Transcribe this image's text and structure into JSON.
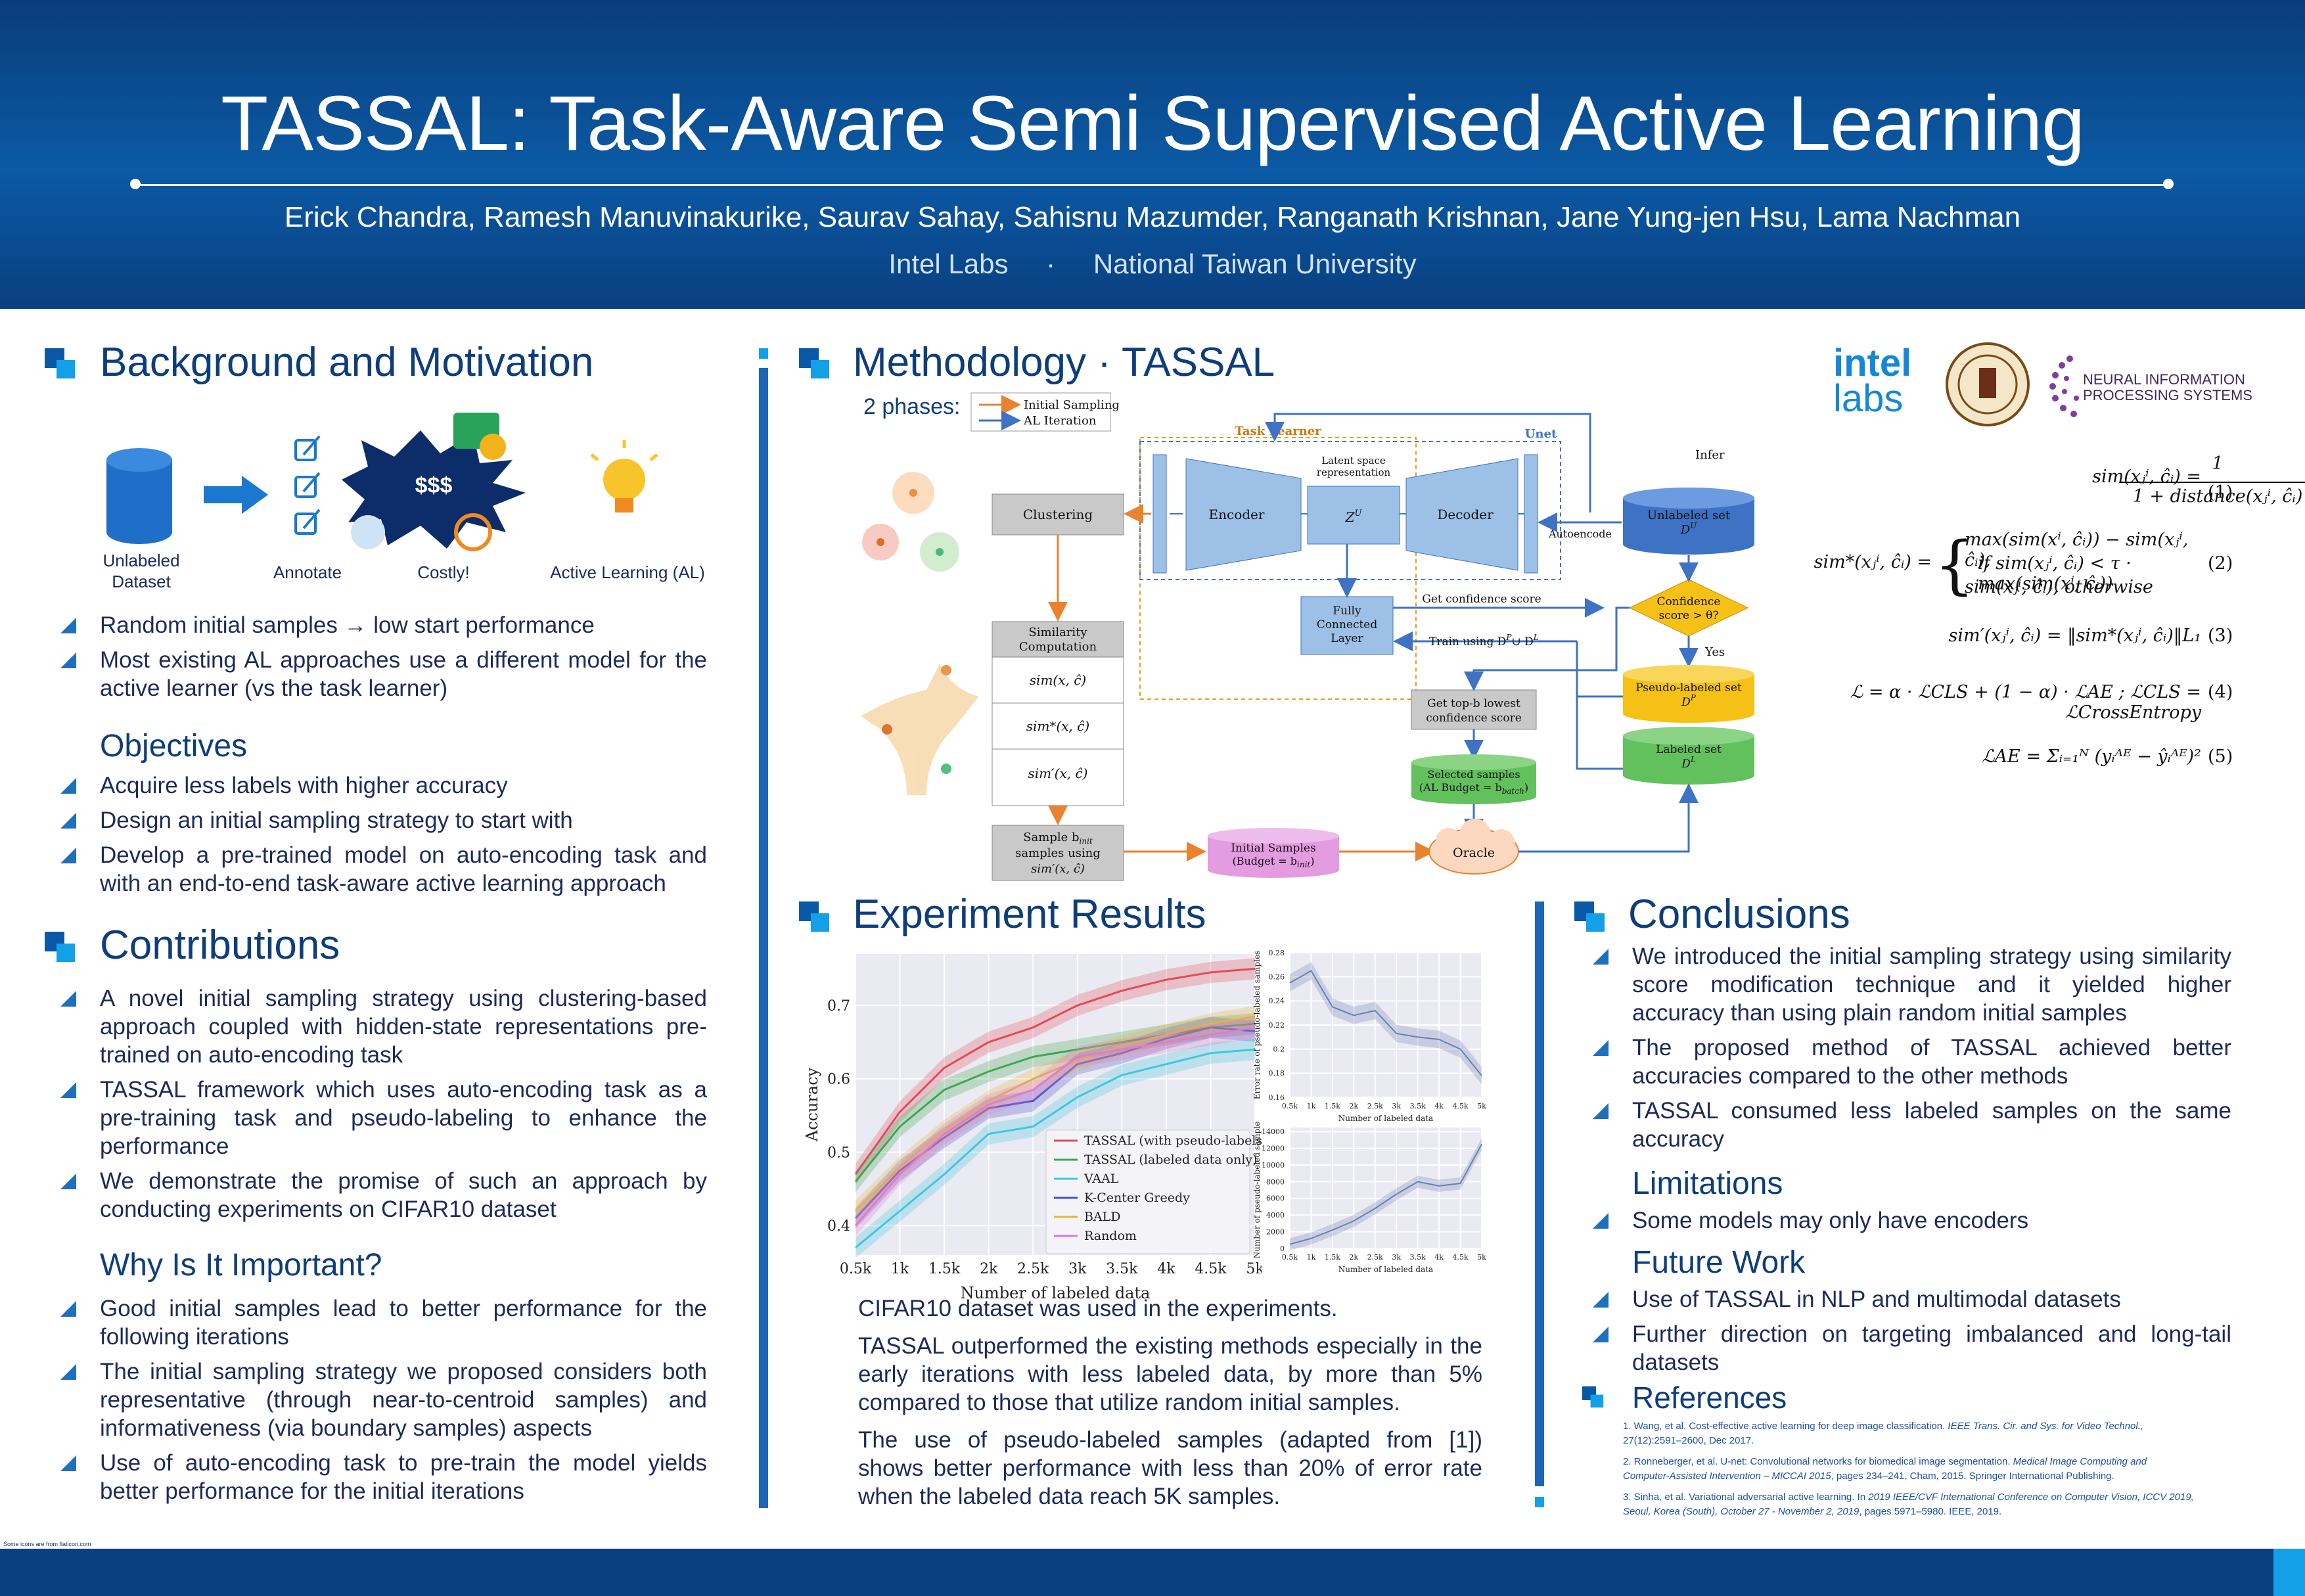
{
  "header": {
    "title": "TASSAL: Task-Aware Semi Supervised Active Learning",
    "authors": "Erick Chandra, Ramesh Manuvinakurike, Saurav Sahay, Sahisnu Mazumder, Ranganath Krishnan, Jane Yung-jen Hsu, Lama Nachman",
    "affiliation_1": "Intel Labs",
    "affiliation_sep": "·",
    "affiliation_2": "National Taiwan University"
  },
  "logos": {
    "intel_line1": "intel",
    "intel_line2": "labs",
    "neurips_line1": "NEURAL INFORMATION",
    "neurips_line2": "PROCESSING SYSTEMS"
  },
  "background": {
    "title": "Background and Motivation",
    "icons": {
      "dataset_label_1": "Unlabeled",
      "dataset_label_2": "Dataset",
      "annotate_label": "Annotate",
      "costly_label": "Costly!",
      "costly_text": "$$$",
      "al_label": "Active Learning (AL)"
    },
    "bullets": [
      "Random initial samples → low start performance",
      "Most existing AL approaches use a different model for the active learner (vs the task learner)"
    ]
  },
  "objectives": {
    "title": "Objectives",
    "bullets": [
      "Acquire less labels with higher accuracy",
      "Design an initial sampling strategy to start with",
      "Develop a pre-trained model on auto-encoding task and with an end-to-end task-aware active learning approach"
    ]
  },
  "contributions": {
    "title": "Contributions",
    "bullets": [
      "A novel initial sampling strategy using clustering-based approach coupled with hidden-state representations pre-trained on auto-encoding task",
      "TASSAL framework which uses auto-encoding task as a pre-training task and pseudo-labeling to enhance the performance",
      "We demonstrate the promise of such an approach by conducting experiments on CIFAR10 dataset"
    ]
  },
  "why": {
    "title": "Why Is It Important?",
    "bullets": [
      "Good initial samples lead to better performance for the following iterations",
      "The initial sampling strategy we proposed considers both representative (through near-to-centroid samples) and informativeness (via boundary samples) aspects",
      "Use of auto-encoding task to pre-train the model yields better performance for the initial iterations"
    ]
  },
  "methodology": {
    "title": "Methodology · TASSAL",
    "phases_label": "2 phases:",
    "legend_initial": "Initial Sampling",
    "legend_al": "AL Iteration",
    "task_learner": "Task Learner",
    "unet": "Unet",
    "infer": "Infer",
    "latent": "Latent space representation",
    "encoder": "Encoder",
    "decoder": "Decoder",
    "zu": "Z",
    "zu_sup": "U",
    "autoencode": "Autoencode",
    "unlabeled_set": "Unlabeled set",
    "unlabeled_sym": "D",
    "unlabeled_sup": "U",
    "clustering": "Clustering",
    "fc1": "Fully",
    "fc2": "Connected",
    "fc3": "Layer",
    "get_conf": "Get confidence score",
    "confidence1": "Confidence",
    "confidence2": "score > θ?",
    "yes": "Yes",
    "train_on": "Train using D",
    "train_p": "P",
    "train_cup": "∪ D",
    "train_l": "L",
    "similarity1": "Similarity",
    "similarity2": "Computation",
    "sim_a": "sim(x",
    "pseudo_set": "Pseudo-labeled set",
    "pseudo_sym": "D",
    "pseudo_sup": "P",
    "top_b1": "Get top-b lowest",
    "top_b2": "confidence score",
    "labeled_set": "Labeled set",
    "labeled_sym": "D",
    "labeled_sup": "L",
    "selected1": "Selected samples",
    "selected2": "(AL Budget = b",
    "selected2_sub": "batch",
    "sample1": "Sample b",
    "sample1_sub": "init",
    "sample2": "samples using",
    "initial1": "Initial Samples",
    "initial2": "(Budget = b",
    "initial2_sub": "init",
    "oracle": "Oracle",
    "colors": {
      "orange": "#e9822e",
      "blue": "#3e72c4",
      "encoder": "#9dc0e6",
      "gray": "#c9c9c9",
      "yellow": "#f6c116",
      "green": "#62c05d",
      "pink": "#e39ce0"
    }
  },
  "equations": {
    "eq1_num": "(1)",
    "eq2_num": "(2)",
    "eq3_num": "(3)",
    "eq4_num": "(4)",
    "eq5_num": "(5)",
    "eq1_lhs": "sim(xⱼⁱ, ĉᵢ) =",
    "eq1_numr": "1",
    "eq1_den": "1 + distance(xⱼⁱ, ĉᵢ)",
    "eq2_lhs": "sim*(xⱼⁱ, ĉᵢ) =",
    "eq2_c1": "max(sim(xⁱ, ĉᵢ)) − sim(xⱼⁱ, ĉᵢ),",
    "eq2_c2": "if sim(xⱼⁱ, ĉᵢ) < τ · max(sim(xⁱ, ĉᵢ))",
    "eq2_c3": "sim(xⱼⁱ, ĉᵢ),  otherwise",
    "eq3": "sim′(xⱼⁱ, ĉᵢ) = ‖sim*(xⱼⁱ, ĉᵢ)‖L₁",
    "eq4": "ℒ = α · ℒCLS + (1 − α) · ℒAE ; ℒCLS = ℒCrossEntropy",
    "eq5": "ℒAE = Σᵢ₌₁ᴺ (yᵢᴬᴱ − ŷᵢᴬᴱ)²"
  },
  "experiments": {
    "title": "Experiment Results",
    "paragraphs": [
      "CIFAR10 dataset was used in the experiments.",
      "TASSAL outperformed the existing methods especially in the early iterations with less labeled data, by more than 5% compared to those that utilize random initial samples.",
      "The use of pseudo-labeled samples (adapted from [1]) shows better performance with less than 20% of error rate when the labeled data reach 5K samples."
    ]
  },
  "chart_data": [
    {
      "type": "line",
      "xlabel": "Number of labeled data",
      "ylabel": "Accuracy",
      "x": [
        0.5,
        1,
        1.5,
        2,
        2.5,
        3,
        3.5,
        4,
        4.5,
        5
      ],
      "xticklabels": [
        "0.5k",
        "1k",
        "1.5k",
        "2k",
        "2.5k",
        "3k",
        "3.5k",
        "4k",
        "4.5k",
        "5k"
      ],
      "yticks": [
        0.4,
        0.5,
        0.6,
        0.7
      ],
      "ylim": [
        0.36,
        0.77
      ],
      "grid": true,
      "legend_position": "lower-right",
      "series": [
        {
          "name": "TASSAL (with pseudo-labels)",
          "color": "#e24a5a",
          "values": [
            0.47,
            0.555,
            0.615,
            0.65,
            0.67,
            0.7,
            0.72,
            0.735,
            0.745,
            0.75
          ]
        },
        {
          "name": "TASSAL (labeled data only)",
          "color": "#3fa650",
          "values": [
            0.46,
            0.535,
            0.585,
            0.61,
            0.63,
            0.64,
            0.65,
            0.66,
            0.67,
            0.675
          ]
        },
        {
          "name": "VAAL",
          "color": "#3fc6e0",
          "values": [
            0.37,
            0.42,
            0.47,
            0.525,
            0.535,
            0.575,
            0.605,
            0.62,
            0.635,
            0.64
          ]
        },
        {
          "name": "K-Center Greedy",
          "color": "#4b4fc7",
          "values": [
            0.41,
            0.475,
            0.52,
            0.56,
            0.57,
            0.62,
            0.635,
            0.655,
            0.67,
            0.665
          ]
        },
        {
          "name": "BALD",
          "color": "#e8b33d",
          "values": [
            0.42,
            0.48,
            0.53,
            0.57,
            0.6,
            0.625,
            0.645,
            0.66,
            0.675,
            0.685
          ]
        },
        {
          "name": "Random",
          "color": "#e07ad0",
          "values": [
            0.4,
            0.47,
            0.525,
            0.565,
            0.585,
            0.63,
            0.64,
            0.65,
            0.66,
            0.67
          ]
        }
      ]
    },
    {
      "type": "line",
      "xlabel": "Number of labeled data",
      "ylabel": "Error rate of pseudo-labeled samples",
      "x": [
        0.5,
        1,
        1.5,
        2,
        2.5,
        3,
        3.5,
        4,
        4.5,
        5
      ],
      "xticklabels": [
        "0.5k",
        "1k",
        "1.5k",
        "2k",
        "2.5k",
        "3k",
        "3.5k",
        "4k",
        "4.5k",
        "5k"
      ],
      "yticks": [
        0.16,
        0.18,
        0.2,
        0.22,
        0.24,
        0.26,
        0.28
      ],
      "ylim": [
        0.16,
        0.28
      ],
      "series": [
        {
          "name": "",
          "color": "#6b7fb5",
          "values": [
            0.255,
            0.265,
            0.235,
            0.228,
            0.232,
            0.213,
            0.21,
            0.208,
            0.2,
            0.178
          ]
        }
      ]
    },
    {
      "type": "line",
      "xlabel": "Number of labeled data",
      "ylabel": "Number of pseudo-labeled samples",
      "x": [
        0.5,
        1,
        1.5,
        2,
        2.5,
        3,
        3.5,
        4,
        4.5,
        5
      ],
      "xticklabels": [
        "0.5k",
        "1k",
        "1.5k",
        "2k",
        "2.5k",
        "3k",
        "3.5k",
        "4k",
        "4.5k",
        "5k"
      ],
      "yticks": [
        0,
        2000,
        4000,
        6000,
        8000,
        10000,
        12000,
        14000
      ],
      "ylim": [
        0,
        14500
      ],
      "series": [
        {
          "name": "",
          "color": "#6b7fb5",
          "values": [
            500,
            1200,
            2200,
            3300,
            4800,
            6500,
            8000,
            7500,
            7800,
            12500
          ]
        }
      ]
    }
  ],
  "conclusions": {
    "title": "Conclusions",
    "bullets": [
      "We introduced the initial sampling strategy using similarity score modification technique and it yielded higher accuracy than using plain random initial samples",
      "The proposed method of TASSAL achieved better accuracies compared to the other methods",
      "TASSAL consumed less labeled samples on the same accuracy"
    ]
  },
  "limitations": {
    "title": "Limitations",
    "bullets": [
      "Some models may only have encoders"
    ]
  },
  "future": {
    "title": "Future Work",
    "bullets": [
      "Use of TASSAL in NLP and multimodal datasets",
      "Further direction on targeting imbalanced and long-tail datasets"
    ]
  },
  "references": {
    "title": "References",
    "r1_a": "1. Wang, et al. Cost-effective active learning for deep image classification.",
    "r1_b": "IEEE Trans. Cir. and Sys. for Video Technol.,",
    "r1_c": "27(12):2591–2600, Dec 2017.",
    "r2_a": "2. Ronneberger, et al. U-net: Convolutional networks for biomedical image segmentation.",
    "r2_b": "Medical Image Computing and",
    "r2_c": "Computer-Assisted Intervention – MICCAI 2015",
    "r2_d": ", pages 234–241, Cham, 2015. Springer International Publishing.",
    "r3_a": "3. Sinha, et al. Variational adversarial active learning. In",
    "r3_b": "2019 IEEE/CVF International Conference on Computer Vision, ICCV 2019,",
    "r3_c": "Seoul, Korea (South), October 27 - November 2, 2019",
    "r3_d": ", pages 5971–5980. IEEE, 2019."
  },
  "footnote": "Some icons are from flaticon.com"
}
